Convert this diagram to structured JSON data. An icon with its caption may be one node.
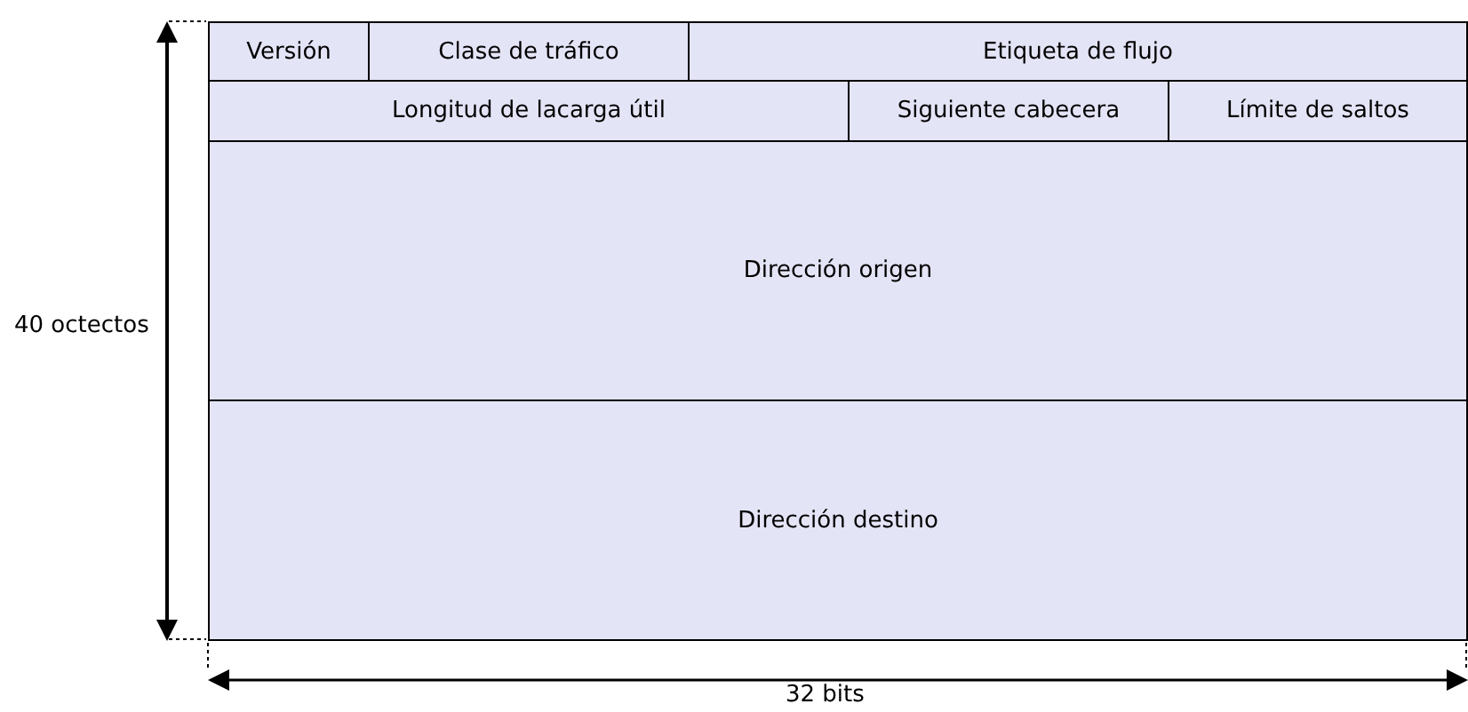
{
  "diagram": {
    "nodes": [
      {
        "text": [
          "Versión"
        ]
      },
      {
        "text": [
          "Clase de tráfico"
        ]
      },
      {
        "text": [
          "Etiqueta de flujo"
        ]
      },
      {
        "text": [
          "Longitud de lacarga útil"
        ]
      },
      {
        "text": [
          "Siguiente cabecera"
        ]
      },
      {
        "text": [
          "Límite de saltos"
        ]
      },
      {
        "text": [
          "Dirección origen"
        ]
      },
      {
        "text": [
          "Dirección destino"
        ]
      }
    ],
    "labels": [
      "40 octectos",
      "32 bits"
    ]
  }
}
